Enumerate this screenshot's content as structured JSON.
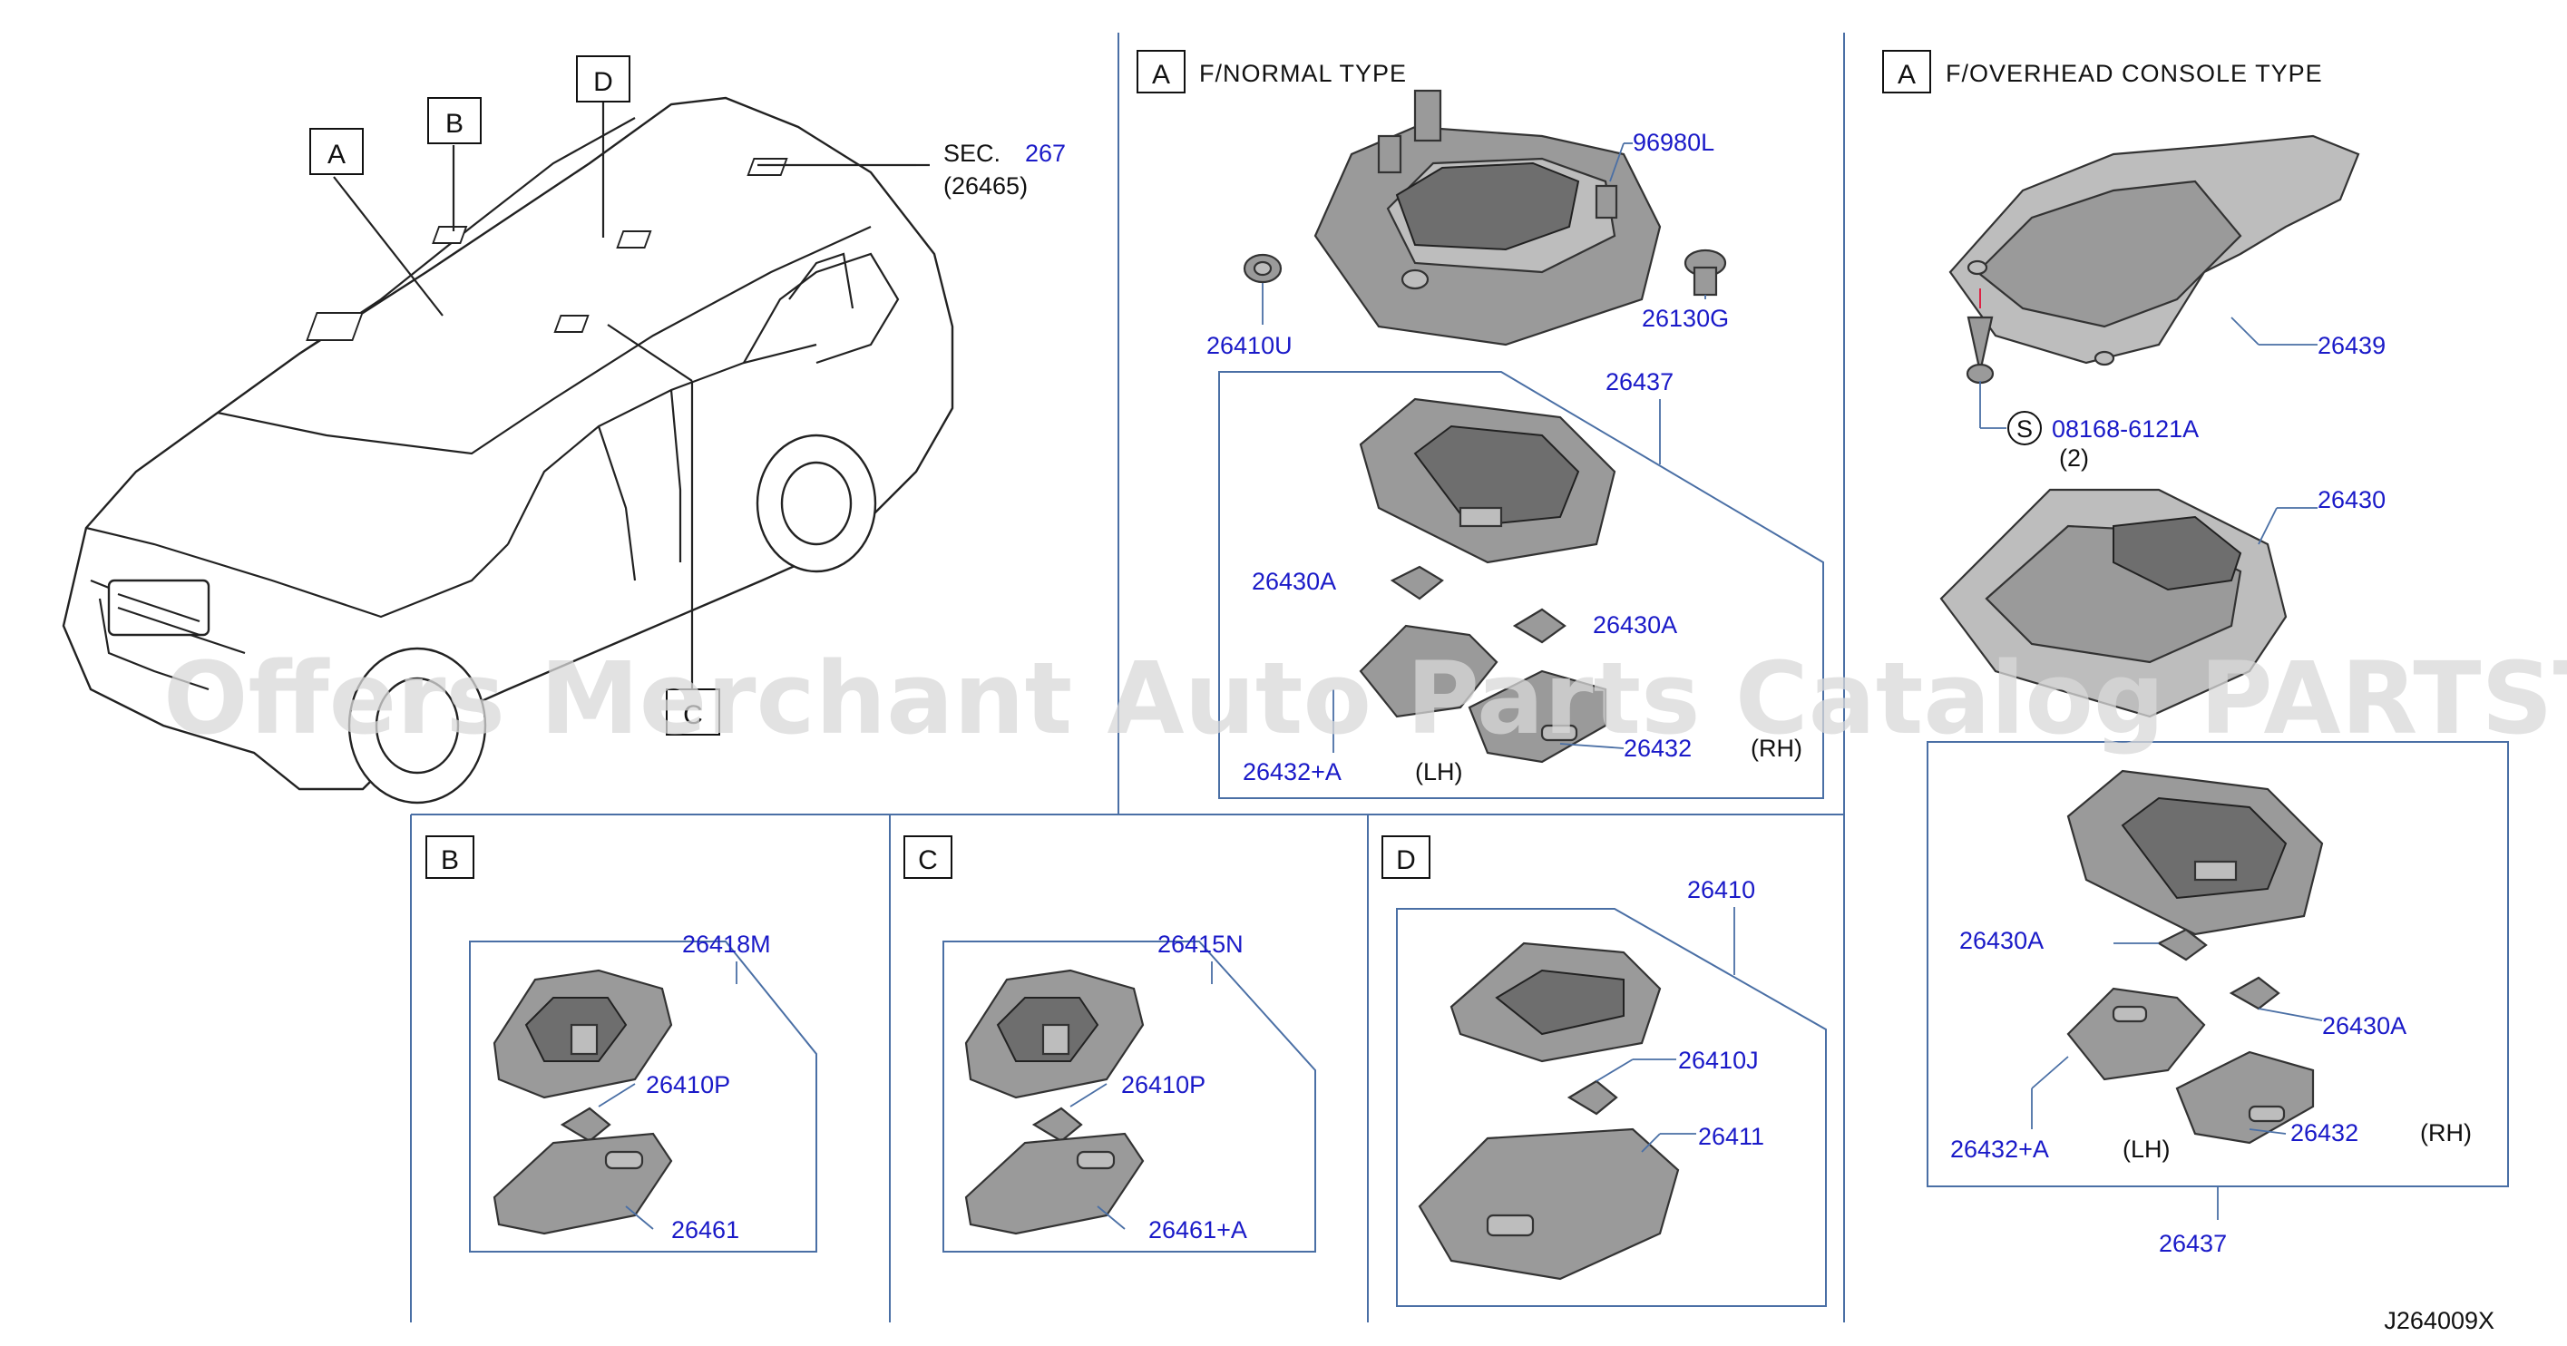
{
  "sections": {
    "car_view": {
      "callouts": [
        "A",
        "B",
        "D",
        "C"
      ],
      "sec_text": "SEC.",
      "sec_number": "267",
      "sec_ref": "(26465)"
    },
    "a_normal": {
      "box": "A",
      "title": "F/NORMAL   TYPE",
      "parts": [
        "96980L",
        "26410U",
        "26130G",
        "26437",
        "26430A",
        "26430A",
        "26432+A",
        "(LH)",
        "26432",
        "(RH)"
      ]
    },
    "a_overhead": {
      "box": "A",
      "title": "F/OVERHEAD   CONSOLE   TYPE",
      "parts": [
        "26439",
        "S",
        "08168-6121A",
        "(2)",
        "26430",
        "26430A",
        "26430A",
        "26432+A",
        "(LH)",
        "26432",
        "(RH)",
        "26437"
      ]
    },
    "b": {
      "box": "B",
      "parts": [
        "26418M",
        "26410P",
        "26461"
      ]
    },
    "c": {
      "box": "C",
      "parts": [
        "26415N",
        "26410P",
        "26461+A"
      ]
    },
    "d": {
      "box": "D",
      "parts": [
        "26410",
        "26410J",
        "26411"
      ]
    }
  },
  "diagram_id": "J264009X",
  "watermark": "Offers Merchant Auto Parts Catalog PARTSTORE.SA",
  "colors": {
    "part_number": "#1a1ac8",
    "divider": "#4a6fa5",
    "sec_number": "#5a4fd0"
  }
}
